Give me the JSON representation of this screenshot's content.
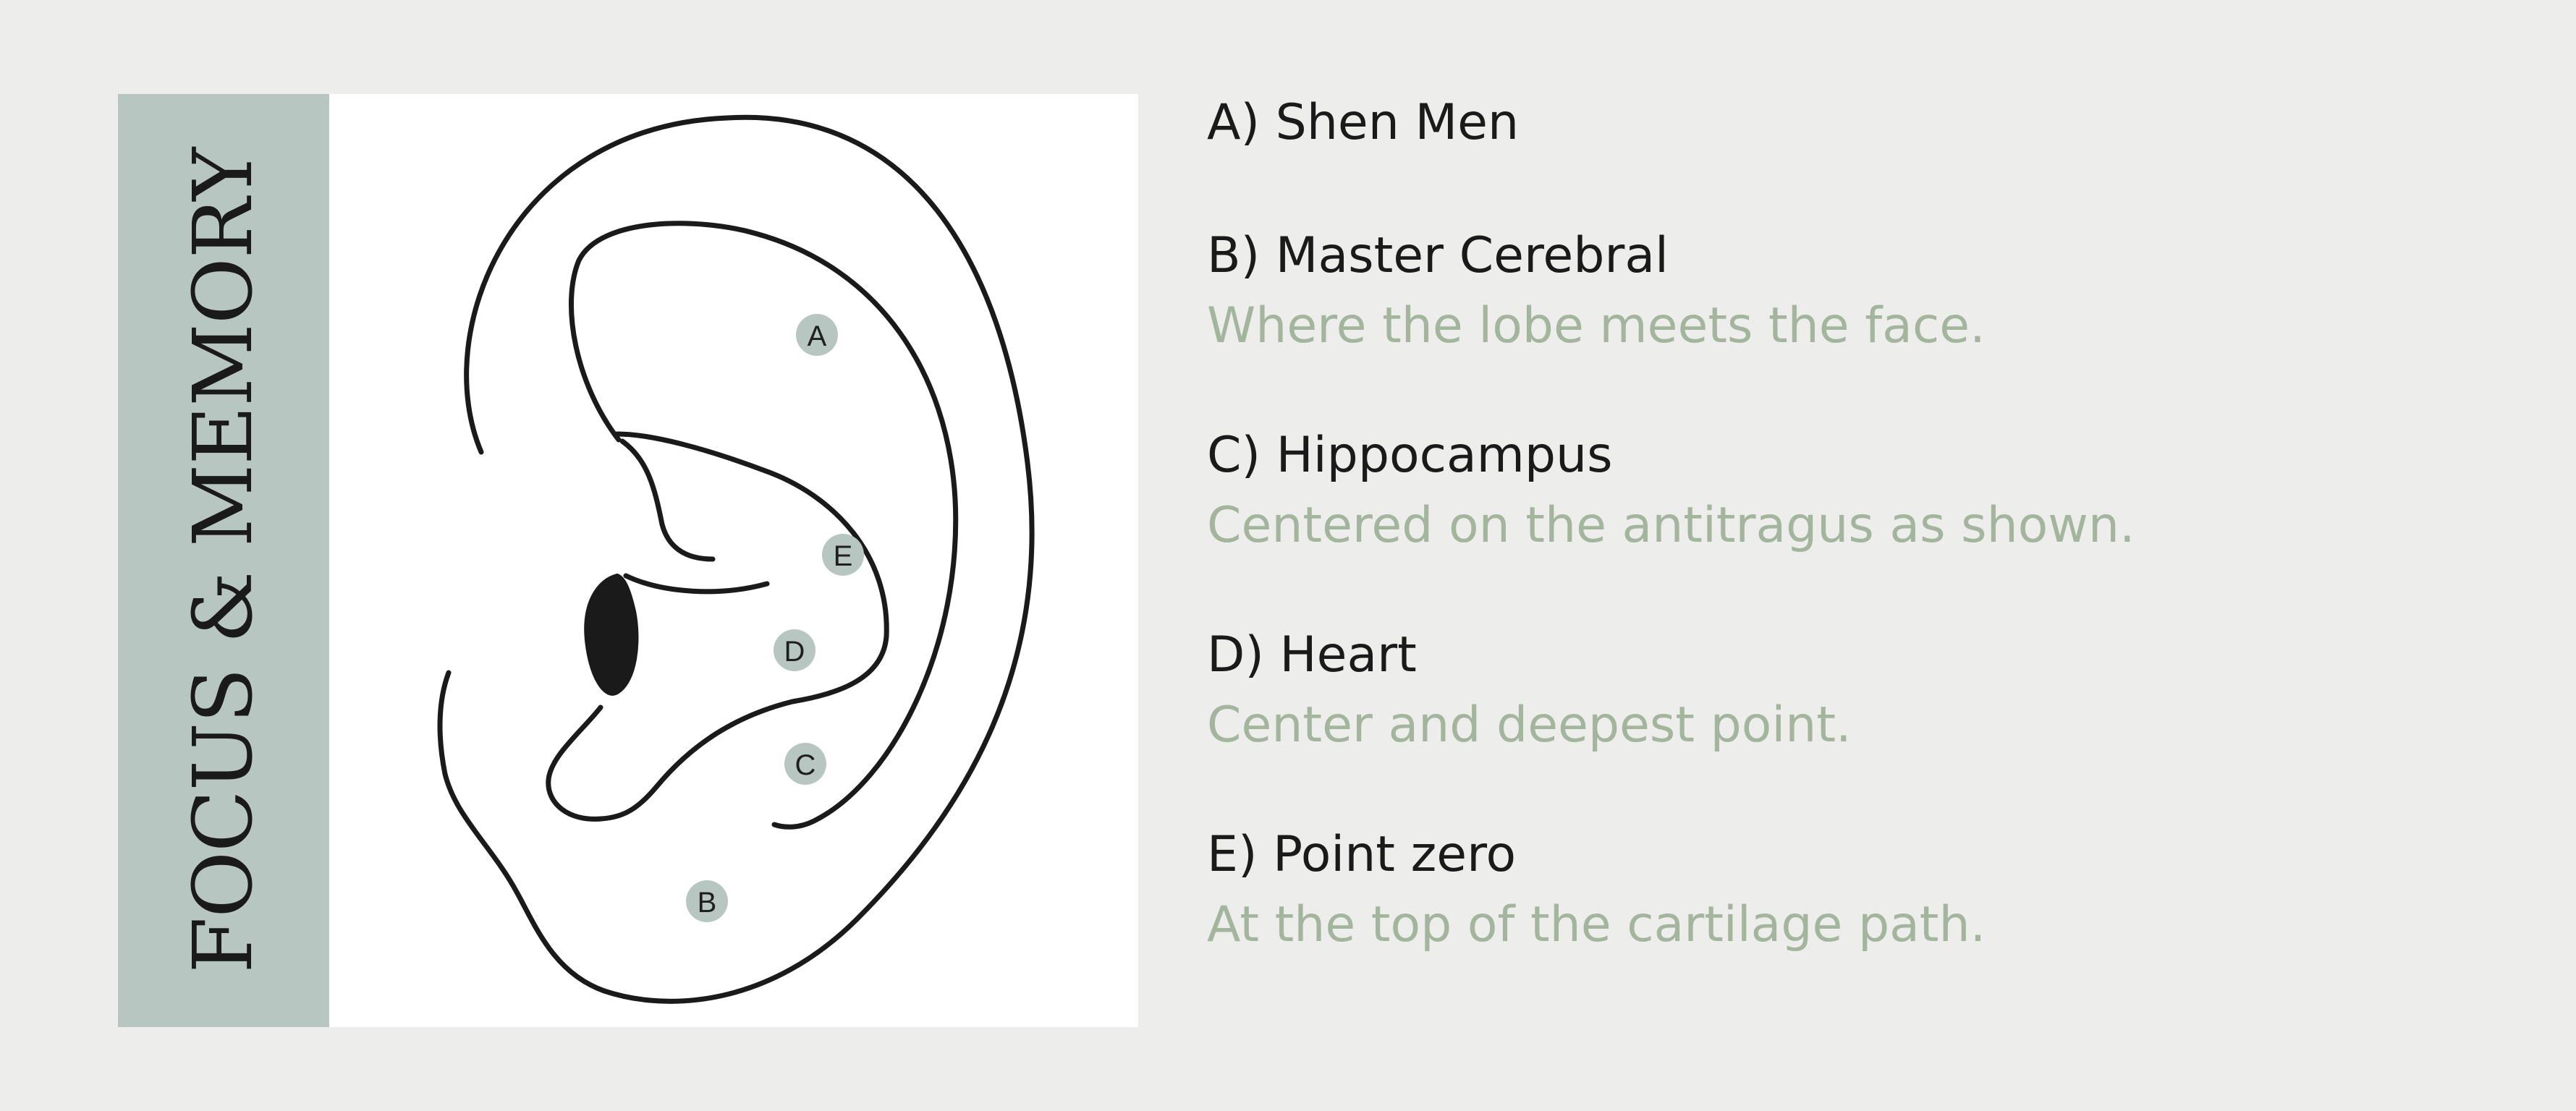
{
  "colors": {
    "background": "#ededec",
    "sidebar": "#b7c6c0",
    "point_marker": "#b7c6c0",
    "description_text": "#a3b59c",
    "outline": "#1a1a1a"
  },
  "sidebar": {
    "title": "FOCUS & MEMORY"
  },
  "diagram": {
    "points": [
      {
        "id": "A"
      },
      {
        "id": "E"
      },
      {
        "id": "D"
      },
      {
        "id": "C"
      },
      {
        "id": "B"
      }
    ]
  },
  "legend": {
    "items": [
      {
        "label": "A) Shen Men",
        "description": ""
      },
      {
        "label": "B) Master Cerebral",
        "description": "Where the lobe meets the face."
      },
      {
        "label": "C) Hippocampus",
        "description": "Centered on the antitragus as shown."
      },
      {
        "label": "D) Heart",
        "description": "Center and deepest point."
      },
      {
        "label": "E) Point zero",
        "description": "At the top of the cartilage path."
      }
    ]
  }
}
